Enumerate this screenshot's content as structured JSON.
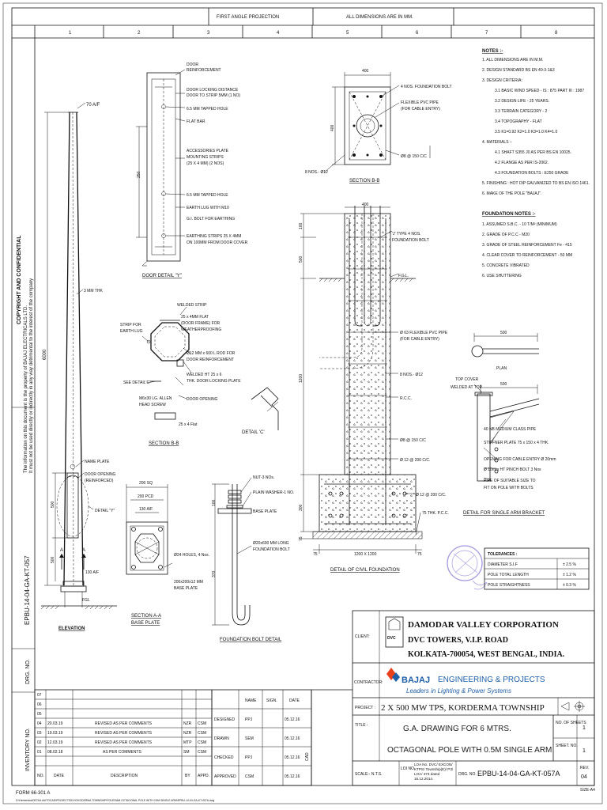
{
  "header": {
    "projection": "FIRST ANGLE PROJECTION",
    "dimensions": "ALL DIMENSIONS ARE IN MM.",
    "columns": [
      "1",
      "2",
      "3",
      "4",
      "5",
      "6",
      "7",
      "8"
    ]
  },
  "side": {
    "copyright_title": "COPYRIGHT AND CONFIDENTIAL",
    "copyright_line1": "The information on this document is the property of BAJAJ ELECTRICALS LTD.",
    "copyright_line2": "It must not be used directly or indirectly in any way detrimental to the interest of the company",
    "drawing_number": "EPBU-14-04-GA-KT-057",
    "drg_no_label": "DRG. NO.",
    "inventory_label": "INVENTORY NO."
  },
  "elevation": {
    "top_label": "70 A/F",
    "thickness": "3 MM THK",
    "height": "6000",
    "name_plate": "NAME PLATE",
    "door_opening_1": "DOOR OPENING",
    "door_opening_2": "(REINFORCED)",
    "detail_y": "DETAIL \"Y\"",
    "dim_500": "500",
    "dim_500b": "500",
    "base_af": "130 A/F",
    "a_mark_left": "A",
    "a_mark_right": "A",
    "fgl": "FGL",
    "caption": "ELEVATION"
  },
  "door_detail": {
    "caption": "DOOR DETAIL \"Y\"",
    "dim_250": "250",
    "callouts": [
      "DOOR",
      "REINFORCEMENT",
      "DOOR LOCKING DISTANCE",
      "DOOR TO STRIP 5MM (1 NO)",
      "6.5 MM TAPPED HOLE",
      "FLAT BAR",
      "ACCESSORIES PLATE",
      "MOUNTING STRIPS",
      "(25 X 4 MM) (2 NOS)",
      "6.5 MM TAPPED HOLE",
      "EARTH LUG WITH M10",
      "G.I. BOLT FOR EARTHING",
      "EARTHING STRIPS 25 X 4MM",
      "ON 100MM FROM DOOR COVER"
    ]
  },
  "section_bb_small": {
    "caption": "SECTION B-B",
    "callouts": [
      "WELDED STRIP",
      "25 x 4MM FLAT",
      "(DOOR FRAME) FOR",
      "WEATHERPROOFING",
      "STRIP FOR",
      "EARTH LUG",
      "Ø12 MM x 600 L ROD FOR",
      "DOOR REINFORCEMENT",
      "WELDED HT 25 x 6",
      "THK. DOOR LOCKING PLATE",
      "SEE DETAIL'C'",
      "DOOR OPENING",
      "M6x30 LG. ALLEN",
      "HEAD SCREW",
      "25 x 4 Flat"
    ],
    "detail_c": "DETAIL 'C'"
  },
  "base_plate": {
    "dim_sq": "200 SQ",
    "dim_pcd": "200 PCD",
    "dim_af": "130 A/F",
    "holes": "Ø24 HOLES, 4 Nos.",
    "plate": "200x200x12 MM",
    "plate2": "BASE PLATE",
    "caption_1": "SECTION A-A",
    "caption_2": "BASE PLATE"
  },
  "foundation_bolt": {
    "caption": "FOUNDATION BOLT DETAIL",
    "callouts": [
      "NUT-3 NOs.",
      "PLAIN WASHER-1 NO.",
      "BASE PLATE",
      "Ø20x600 MM LONG",
      "FOUNDATION BOLT"
    ],
    "dim_100": "100",
    "dim_370": "370"
  },
  "section_bb_large": {
    "caption": "SECTION B-B",
    "dim_400": "400",
    "dim_side": "400",
    "callouts": [
      "4 NOS. FOUNDATION BOLT",
      "FLEXIBLE PVC PIPE",
      "(FOR CABLE ENTRY)",
      "Ø8 @ 150 C/C",
      "8 NOS.- Ø12"
    ]
  },
  "civil_foundation": {
    "caption": "DETAIL OF CIVIL FOUNDATION",
    "dim_400": "400",
    "dim_100": "100",
    "dim_500": "500",
    "dim_1200": "1200",
    "dim_300": "300",
    "dim_75": "75",
    "dim_bottom": "1200 X 1200",
    "dim_75a": "75",
    "dim_75b": "75",
    "fgl": "F.G.L.",
    "callouts": [
      "'J' TYPE 4 NOS.",
      "FOUNDATION BOLT",
      "Ø 63 FLEXIBLE PVC PIPE",
      "(FOR CABLE ENTRY)",
      "8 NOS.- Ø12",
      "R.C.C.",
      "Ø8 @ 150 C/C",
      "Ø 12 @ 200 C/C.",
      "Ø 12 @ 200 C/C.",
      "75 THK. P.C.C."
    ]
  },
  "notes": {
    "title": "NOTES :-",
    "items": [
      "1.  ALL DIMENSIONS ARE IN M.M.",
      "2.  DESIGN STANDARD BS EN 40-3-1&3",
      "3.  DESIGN CRITERIA:",
      "3.1 BASIC WIND SPEED - IS : 875 PART III : 1987",
      "3.2 DESIGN LIFE - 25 YEARS.",
      "3.3 TERRAIN CATEGORY - 2",
      "3.4 TOPOGRAPHY - FLAT",
      "3.5 K1=0.92  K2=1.0  K3=1.0  K4=1.0",
      "4.  MATERIALS :-",
      "4.1 SHAFT S355 J0 AS PER BS EN 10025.",
      "4.2 FLANGE AS PER IS-2062.",
      "4.3 FOUNDATION BOLTS : E250 GRADE",
      "5.  FINISHING : HOT DIP GALVANIZED TO BS EN ISO 1461.",
      "6.  MAKE OF THE POLE \"BAJAJ\"."
    ],
    "foundation_title": "FOUNDATION NOTES :-",
    "foundation_items": [
      "1.  ASSUMED S.B.C. - 10 T/M² (MINIMUM)",
      "2.  GRADE OF P.C.C - M20",
      "3.  GRADE OF STEEL REINFORCEMENT Fe - 415",
      "4.  CLEAR COVER TO REINFORCEMENT - 50 MM",
      "5.  CONCRETE VIBRATED",
      "6.  USE SHUTTERING"
    ]
  },
  "bracket": {
    "caption": "DETAIL FOR SINGLE ARM BRACKET",
    "plan_dim": "500",
    "plan_label": "PLAN",
    "side_dim": "500",
    "callouts": [
      "TOP COVER",
      "WELDED AT TOP",
      "40 NB MEDIUM CLASS PIPE",
      "STIFFNER PLATE 75 x 150 x 4 THK.",
      "OPENING FOR CABLE ENTRY Ø 20mm",
      "Ø 10mm HT PINCH BOLT 3 Nos",
      "PIPE OF SUITABLE SIZE TO",
      "FIT ON POLE WITH BOLTS"
    ]
  },
  "tolerances": {
    "title": "TOLERANCES :",
    "rows": [
      {
        "label": "DIAMETER S.I.F",
        "value": "± 2.5 %"
      },
      {
        "label": "POLE TOTAL LENGTH",
        "value": "± 1.2 %"
      },
      {
        "label": "POLE STRAIGHTNESS",
        "value": "± 0.3 %"
      }
    ]
  },
  "title_block": {
    "client_label": "CLIENT:",
    "client_name": "DAMODAR VALLEY CORPORATION",
    "client_addr1": "DVC TOWERS, V.I.P. ROAD",
    "client_addr2": "KOLKATA-700054, WEST BENGAL, INDIA.",
    "client_logo": "DVC",
    "contractor_label": "CONTRACTOR:",
    "contractor_brand": "BAJAJ",
    "contractor_name": "ENGINEERING & PROJECTS",
    "contractor_tagline": "Leaders in Lighting & Power Systems",
    "project_label": "PROJECT :",
    "project": "2 X 500 MW TPS,   KORDERMA TOWNSHIP",
    "title_label": "TITLE :",
    "title_line1": "G.A. DRAWING FOR 6 MTRS.",
    "title_line2": "OCTAGONAL POLE WITH 0.5M SINGLE ARM",
    "no_of_sheets_label": "NO. OF SHEETS",
    "no_of_sheets": "1",
    "sheet_no_label": "SHEET. NO.",
    "sheet_no": "1",
    "scale": "SCALE:- N.T.S.",
    "loi_label": "LOI NO.",
    "loi_value": "LOA No. DVC/ EXCON/ KTPS/ Township(E)/ P3/ LOA/ 473 dated 16.12.2014.",
    "drg_label": "DRG. NO.",
    "drg_value": "EPBU-14-04-GA-KT-057A",
    "rev_label": "REV.",
    "rev_value": "04",
    "size": "SIZE-A4",
    "form": "FORM 66-301 A",
    "path": "D:\\Hemendra\\DETAIL\\AUTOCAD\\PROJECTS\\DVC\\KODERMA TOWNSHIP\\POLES\\6M OCTAGONAL POLE WITH 0.5M SINGLE ARM\\EPBU-14-04-GA-KT-057A.dwg",
    "cad": "CAD"
  },
  "sign_block": {
    "headers": [
      "NAME",
      "SIGN.",
      "DATE"
    ],
    "rows": [
      {
        "role": "DESIGNED",
        "name": "PPJ",
        "date": "05.12.16"
      },
      {
        "role": "DRAWN",
        "name": "SEM",
        "date": "05.12.16"
      },
      {
        "role": "CHECKED",
        "name": "PPJ",
        "date": "05.12.16"
      },
      {
        "role": "APPROVED",
        "name": "CSM",
        "date": "05.12.16"
      }
    ]
  },
  "revisions": {
    "headers": [
      "NO.",
      "DATE",
      "DESCRIPTION",
      "BY",
      "APPD."
    ],
    "rows": [
      {
        "no": "07",
        "date": "",
        "desc": "",
        "by": "",
        "appd": ""
      },
      {
        "no": "06",
        "date": "",
        "desc": "",
        "by": "",
        "appd": ""
      },
      {
        "no": "05",
        "date": "",
        "desc": "",
        "by": "",
        "appd": ""
      },
      {
        "no": "04",
        "date": "20.03.19",
        "desc": "REVISED AS PER COMMENTS",
        "by": "NZR",
        "appd": "CSM"
      },
      {
        "no": "03",
        "date": "19.03.19",
        "desc": "REVISED AS PER COMMENTS",
        "by": "NZR",
        "appd": "CSM"
      },
      {
        "no": "02",
        "date": "12.03.19",
        "desc": "REVISED AS PER COMMENTS",
        "by": "MTP",
        "appd": "CSM"
      },
      {
        "no": "01",
        "date": "08.02.18",
        "desc": "AS PER COMMENTS",
        "by": "SM",
        "appd": "CSM"
      }
    ]
  }
}
